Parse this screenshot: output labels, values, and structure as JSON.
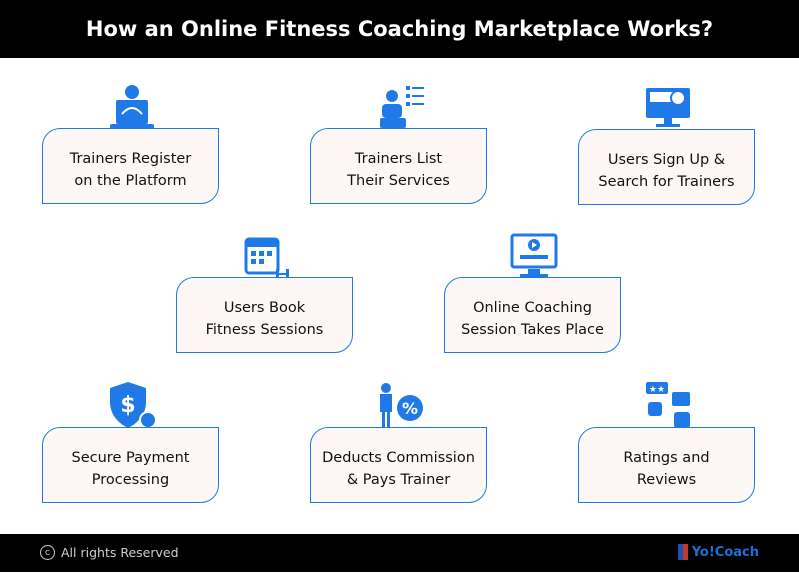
{
  "title": "How an Online Fitness Coaching Marketplace Works?",
  "steps": [
    {
      "line1": "Trainers Register",
      "line2": "on the Platform",
      "icon": "trainer-laptop-icon"
    },
    {
      "line1": "Trainers List",
      "line2": "Their Services",
      "icon": "trainer-checklist-icon"
    },
    {
      "line1": "Users Sign Up &",
      "line2": "Search for Trainers",
      "icon": "monitor-search-icon"
    },
    {
      "line1": "Users Book",
      "line2": "Fitness Sessions",
      "icon": "calendar-dumbbell-icon"
    },
    {
      "line1": "Online Coaching",
      "line2": "Session Takes Place",
      "icon": "video-monitor-icon"
    },
    {
      "line1": "Secure Payment",
      "line2": "Processing",
      "icon": "shield-dollar-icon"
    },
    {
      "line1": "Deducts Commission",
      "line2": "& Pays Trainer",
      "icon": "person-percent-icon"
    },
    {
      "line1": "Ratings and",
      "line2": "Reviews",
      "icon": "thumbs-stars-icon"
    }
  ],
  "footer": {
    "copyright": "All rights Reserved",
    "copyright_symbol": "c",
    "brand": "Yo!Coach"
  },
  "colors": {
    "accent": "#1f7ae8",
    "card_bg": "#fdf8f6",
    "header_bg": "#000000"
  }
}
